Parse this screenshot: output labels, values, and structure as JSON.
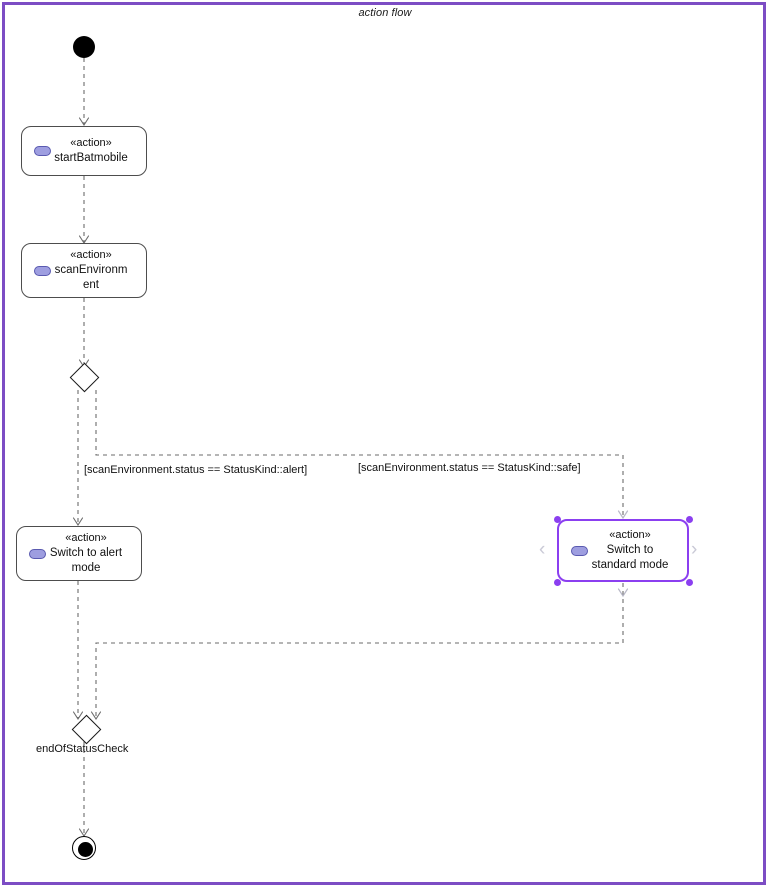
{
  "diagram": {
    "title": "action flow",
    "frame_color": "#7c4dc4",
    "selection_color": "#8b3ff0",
    "icon_color": "#9e9ee0"
  },
  "nodes": {
    "initial": {
      "name": "initial-node"
    },
    "start_batmobile": {
      "stereotype": "«action»",
      "label": "startBatmobile"
    },
    "scan_environment": {
      "stereotype": "«action»",
      "label": "scanEnvironm\nent",
      "label_line1": "scanEnvironm",
      "label_line2": "ent"
    },
    "decision": {
      "name": "decision-node"
    },
    "switch_alert": {
      "stereotype": "«action»",
      "label_line1": "Switch to alert",
      "label_line2": "mode"
    },
    "switch_standard": {
      "stereotype": "«action»",
      "label_line1": "Switch to",
      "label_line2": "standard mode",
      "selected": true
    },
    "merge": {
      "name": "merge-node",
      "label": "endOfStatusCheck"
    },
    "final": {
      "name": "final-node"
    }
  },
  "edges": {
    "guard_alert": "[scanEnvironment.status == StatusKind::alert]",
    "guard_safe": "[scanEnvironment.status == StatusKind::safe]"
  },
  "selection": {
    "chevron_left": "‹",
    "chevron_right": "›"
  }
}
